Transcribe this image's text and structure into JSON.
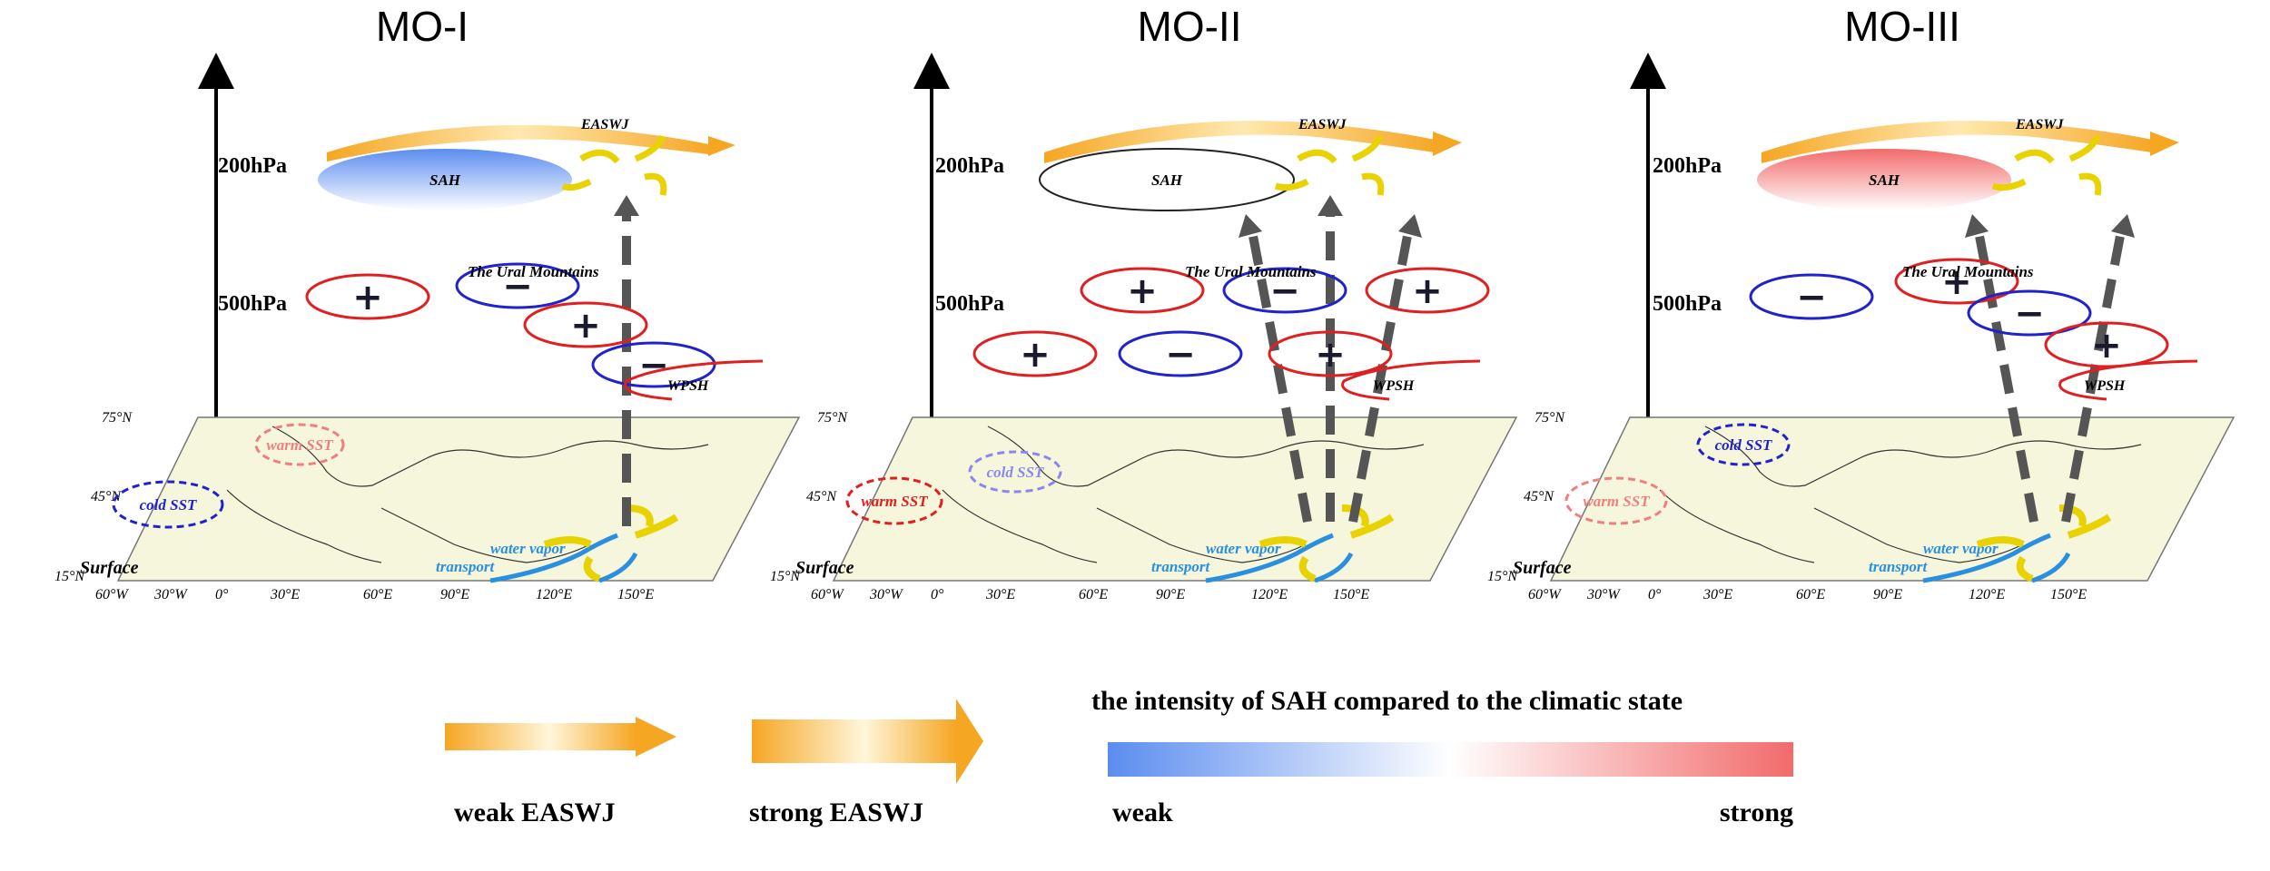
{
  "panels": [
    {
      "title": "MO-I",
      "sah_label": "SAH",
      "sah_intensity": "weak",
      "easwj_strength": "weak",
      "jet_label": "EASWJ",
      "levels": {
        "upper": "200hPa",
        "middle": "500hPa",
        "surface": "Surface"
      },
      "mountain_label": "The Ural Mountains",
      "wpsh_label": "WPSH",
      "vapor_label_1": "water vapor",
      "vapor_label_2": "transport",
      "anomalies": [
        "+",
        "−",
        "+",
        "−"
      ],
      "sst": [
        {
          "label": "warm SST",
          "color": "#f08080"
        },
        {
          "label": "cold SST",
          "color": "#2222cc"
        }
      ]
    },
    {
      "title": "MO-II",
      "sah_label": "SAH",
      "sah_intensity": "neutral",
      "easwj_strength": "strong",
      "jet_label": "EASWJ",
      "levels": {
        "upper": "200hPa",
        "middle": "500hPa",
        "surface": "Surface"
      },
      "mountain_label": "The Ural Mountains",
      "wpsh_label": "WPSH",
      "vapor_label_1": "water vapor",
      "vapor_label_2": "transport",
      "anomalies": [
        "+",
        "−",
        "+",
        "+",
        "−",
        "+"
      ],
      "sst": [
        {
          "label": "cold SST",
          "color": "#8888ee"
        },
        {
          "label": "warm SST",
          "color": "#e02020"
        }
      ]
    },
    {
      "title": "MO-III",
      "sah_label": "SAH",
      "sah_intensity": "strong",
      "easwj_strength": "strong",
      "jet_label": "EASWJ",
      "levels": {
        "upper": "200hPa",
        "middle": "500hPa",
        "surface": "Surface"
      },
      "mountain_label": "The Ural Mountains",
      "wpsh_label": "WPSH",
      "vapor_label_1": "water vapor",
      "vapor_label_2": "transport",
      "anomalies": [
        "−",
        "+",
        "−",
        "+"
      ],
      "sst": [
        {
          "label": "cold SST",
          "color": "#2222cc"
        },
        {
          "label": "warm SST",
          "color": "#f08080"
        }
      ]
    }
  ],
  "map_axes": {
    "lat_labels": [
      "75°N",
      "45°N",
      "15°N"
    ],
    "lon_labels": [
      "60°W",
      "30°W",
      "0°",
      "30°E",
      "60°E",
      "90°E",
      "120°E",
      "150°E"
    ]
  },
  "legend": {
    "weak_easwj": "weak  EASWJ",
    "strong_easwj": "strong  EASWJ",
    "sah_title": "the intensity of SAH compared to the climatic state",
    "sah_weak": "weak",
    "sah_strong": "strong"
  },
  "colors": {
    "jet": "#f5a623",
    "sah_weak": "#5b8def",
    "sah_strong": "#f26b6b",
    "positive": "#e02020",
    "negative": "#2222cc",
    "map_fill": "#f6f6dd",
    "vapor": "#2b8fe0",
    "arrow_dashed": "#555555"
  }
}
